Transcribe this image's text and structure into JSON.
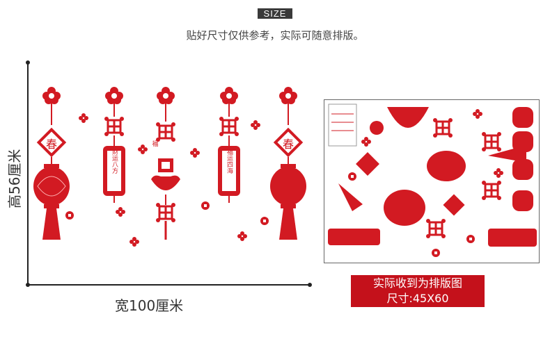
{
  "header": {
    "size_badge": "SIZE",
    "subtitle": "贴好尺寸仅供参考，实际可随意排版。"
  },
  "dimensions": {
    "height_label": "高56厘米",
    "width_label": "宽100厘米"
  },
  "decor_text": {
    "spring": "春",
    "fu": "福",
    "lantern_left": "财运八方",
    "lantern_right": "福运四海"
  },
  "caption": {
    "line1": "实际收到为排版图",
    "line2": "尺寸:45X60"
  },
  "colors": {
    "accent_red": "#d21a22",
    "caption_bg": "#c4111b"
  }
}
